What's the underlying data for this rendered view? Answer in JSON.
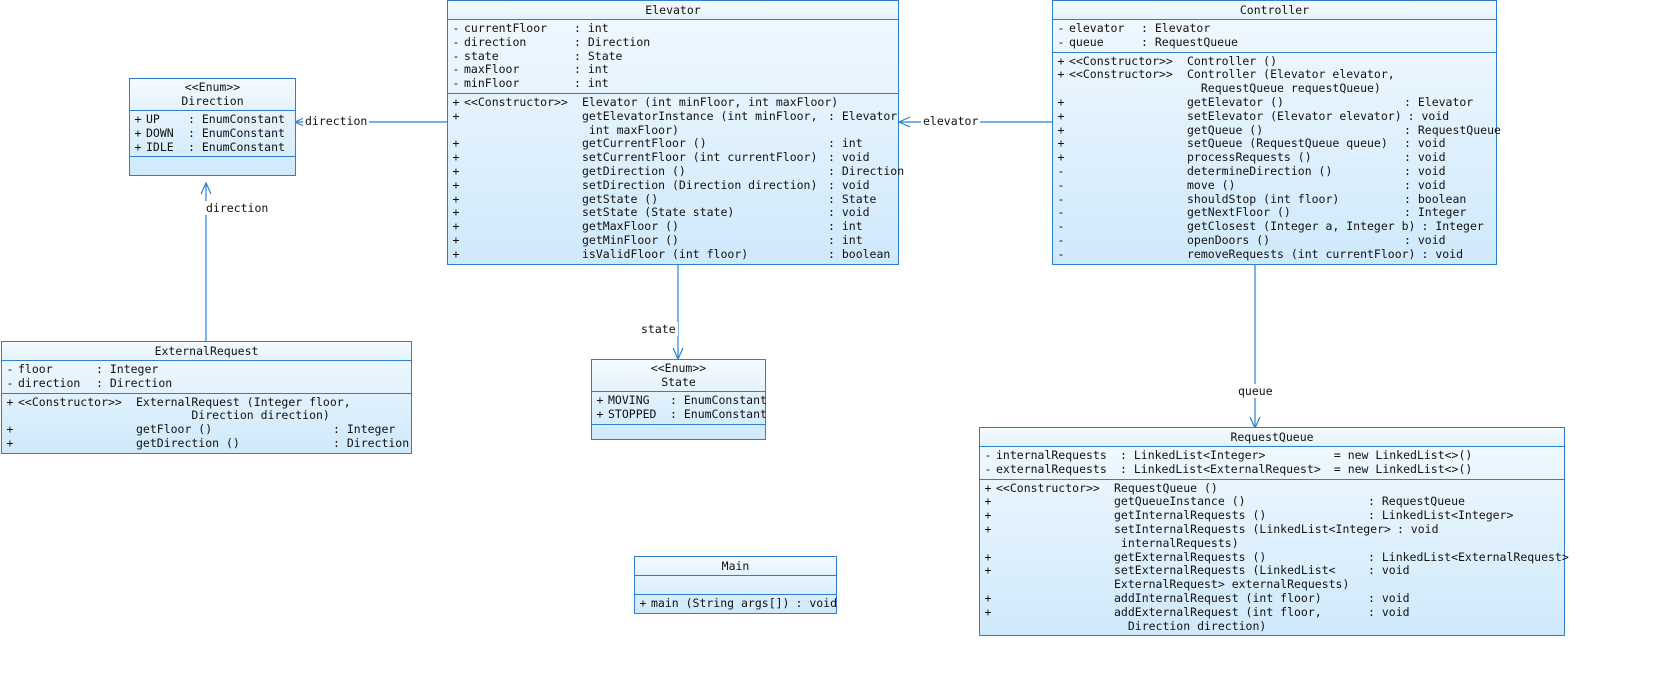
{
  "diagram": {
    "type": "uml-class-diagram",
    "accent_color": "#2f7fd0",
    "fill_top": "#f2f9ff",
    "fill_bottom": "#cfe9fb"
  },
  "classes": {
    "elevator": {
      "name": "Elevator",
      "attributes": [
        {
          "vis": "-",
          "name": "currentFloor",
          "type": "int"
        },
        {
          "vis": "-",
          "name": "direction",
          "type": "Direction"
        },
        {
          "vis": "-",
          "name": "state",
          "type": "State"
        },
        {
          "vis": "-",
          "name": "maxFloor",
          "type": "int"
        },
        {
          "vis": "-",
          "name": "minFloor",
          "type": "int"
        }
      ],
      "methods": [
        {
          "vis": "+",
          "stereotype": "<<Constructor>>",
          "sig": "Elevator (int minFloor, int maxFloor)",
          "ret": ""
        },
        {
          "vis": "+",
          "stereotype": "",
          "sig": "getElevatorInstance (int minFloor,\n int maxFloor)",
          "ret": ": Elevator"
        },
        {
          "vis": "+",
          "stereotype": "",
          "sig": "getCurrentFloor ()",
          "ret": ": int"
        },
        {
          "vis": "+",
          "stereotype": "",
          "sig": "setCurrentFloor (int currentFloor)",
          "ret": ": void"
        },
        {
          "vis": "+",
          "stereotype": "",
          "sig": "getDirection ()",
          "ret": ": Direction"
        },
        {
          "vis": "+",
          "stereotype": "",
          "sig": "setDirection (Direction direction)",
          "ret": ": void"
        },
        {
          "vis": "+",
          "stereotype": "",
          "sig": "getState ()",
          "ret": ": State"
        },
        {
          "vis": "+",
          "stereotype": "",
          "sig": "setState (State state)",
          "ret": ": void"
        },
        {
          "vis": "+",
          "stereotype": "",
          "sig": "getMaxFloor ()",
          "ret": ": int"
        },
        {
          "vis": "+",
          "stereotype": "",
          "sig": "getMinFloor ()",
          "ret": ": int"
        },
        {
          "vis": "+",
          "stereotype": "",
          "sig": "isValidFloor (int floor)",
          "ret": ": boolean"
        }
      ]
    },
    "controller": {
      "name": "Controller",
      "attributes": [
        {
          "vis": "-",
          "name": "elevator",
          "type": "Elevator"
        },
        {
          "vis": "-",
          "name": "queue",
          "type": "RequestQueue"
        }
      ],
      "methods": [
        {
          "vis": "+",
          "stereotype": "<<Constructor>>",
          "sig": "Controller ()",
          "ret": ""
        },
        {
          "vis": "+",
          "stereotype": "<<Constructor>>",
          "sig": "Controller (Elevator elevator,\n  RequestQueue requestQueue)",
          "ret": ""
        },
        {
          "vis": "+",
          "stereotype": "",
          "sig": "getElevator ()",
          "ret": ": Elevator"
        },
        {
          "vis": "+",
          "stereotype": "",
          "sig": "setElevator (Elevator elevator)",
          "ret": ": void"
        },
        {
          "vis": "+",
          "stereotype": "",
          "sig": "getQueue ()",
          "ret": ": RequestQueue"
        },
        {
          "vis": "+",
          "stereotype": "",
          "sig": "setQueue (RequestQueue queue)",
          "ret": ": void"
        },
        {
          "vis": "+",
          "stereotype": "",
          "sig": "processRequests ()",
          "ret": ": void"
        },
        {
          "vis": "-",
          "stereotype": "",
          "sig": "determineDirection ()",
          "ret": ": void"
        },
        {
          "vis": "-",
          "stereotype": "",
          "sig": "move ()",
          "ret": ": void"
        },
        {
          "vis": "-",
          "stereotype": "",
          "sig": "shouldStop (int floor)",
          "ret": ": boolean"
        },
        {
          "vis": "-",
          "stereotype": "",
          "sig": "getNextFloor ()",
          "ret": ": Integer"
        },
        {
          "vis": "-",
          "stereotype": "",
          "sig": "getClosest (Integer a, Integer b)",
          "ret": ": Integer"
        },
        {
          "vis": "-",
          "stereotype": "",
          "sig": "openDoors ()",
          "ret": ": void"
        },
        {
          "vis": "-",
          "stereotype": "",
          "sig": "removeRequests (int currentFloor)",
          "ret": ": void"
        }
      ]
    },
    "direction": {
      "stereotype": "<<Enum>>",
      "name": "Direction",
      "attributes": [
        {
          "vis": "+",
          "name": "UP",
          "type": "EnumConstant"
        },
        {
          "vis": "+",
          "name": "DOWN",
          "type": "EnumConstant"
        },
        {
          "vis": "+",
          "name": "IDLE",
          "type": "EnumConstant"
        }
      ],
      "methods": []
    },
    "state": {
      "stereotype": "<<Enum>>",
      "name": "State",
      "attributes": [
        {
          "vis": "+",
          "name": "MOVING",
          "type": "EnumConstant"
        },
        {
          "vis": "+",
          "name": "STOPPED",
          "type": "EnumConstant"
        }
      ],
      "methods": []
    },
    "external_request": {
      "name": "ExternalRequest",
      "attributes": [
        {
          "vis": "-",
          "name": "floor",
          "type": "Integer"
        },
        {
          "vis": "-",
          "name": "direction",
          "type": "Direction"
        }
      ],
      "methods": [
        {
          "vis": "+",
          "stereotype": "<<Constructor>>",
          "sig": "ExternalRequest (Integer floor,\n        Direction direction)",
          "ret": ""
        },
        {
          "vis": "+",
          "stereotype": "",
          "sig": "getFloor ()",
          "ret": ": Integer"
        },
        {
          "vis": "+",
          "stereotype": "",
          "sig": "getDirection ()",
          "ret": ": Direction"
        }
      ]
    },
    "request_queue": {
      "name": "RequestQueue",
      "attributes": [
        {
          "vis": "-",
          "name": "internalRequests",
          "type": "LinkedList<Integer>",
          "init": "= new LinkedList<>()"
        },
        {
          "vis": "-",
          "name": "externalRequests",
          "type": "LinkedList<ExternalRequest>",
          "init": "= new LinkedList<>()"
        }
      ],
      "methods": [
        {
          "vis": "+",
          "stereotype": "<<Constructor>>",
          "sig": "RequestQueue ()",
          "ret": ""
        },
        {
          "vis": "+",
          "stereotype": "",
          "sig": "getQueueInstance ()",
          "ret": ": RequestQueue"
        },
        {
          "vis": "+",
          "stereotype": "",
          "sig": "getInternalRequests ()",
          "ret": ": LinkedList<Integer>"
        },
        {
          "vis": "+",
          "stereotype": "",
          "sig": "setInternalRequests (LinkedList<Integer>\n internalRequests)",
          "ret": ": void"
        },
        {
          "vis": "+",
          "stereotype": "",
          "sig": "getExternalRequests ()",
          "ret": ": LinkedList<ExternalRequest>"
        },
        {
          "vis": "+",
          "stereotype": "",
          "sig": "setExternalRequests (LinkedList<\nExternalRequest> externalRequests)",
          "ret": ": void"
        },
        {
          "vis": "+",
          "stereotype": "",
          "sig": "addInternalRequest (int floor)",
          "ret": ": void"
        },
        {
          "vis": "+",
          "stereotype": "",
          "sig": "addExternalRequest (int floor,\n  Direction direction)",
          "ret": ": void"
        }
      ]
    },
    "main": {
      "name": "Main",
      "attributes": [],
      "methods": [
        {
          "vis": "+",
          "stereotype": "",
          "sig": "main (String args[])",
          "ret": ": void"
        }
      ]
    }
  },
  "edges": [
    {
      "label": "direction",
      "from": "elevator",
      "to": "direction"
    },
    {
      "label": "direction",
      "from": "external-request",
      "to": "direction"
    },
    {
      "label": "state",
      "from": "elevator",
      "to": "state"
    },
    {
      "label": "elevator",
      "from": "controller",
      "to": "elevator"
    },
    {
      "label": "queue",
      "from": "controller",
      "to": "request-queue"
    }
  ]
}
